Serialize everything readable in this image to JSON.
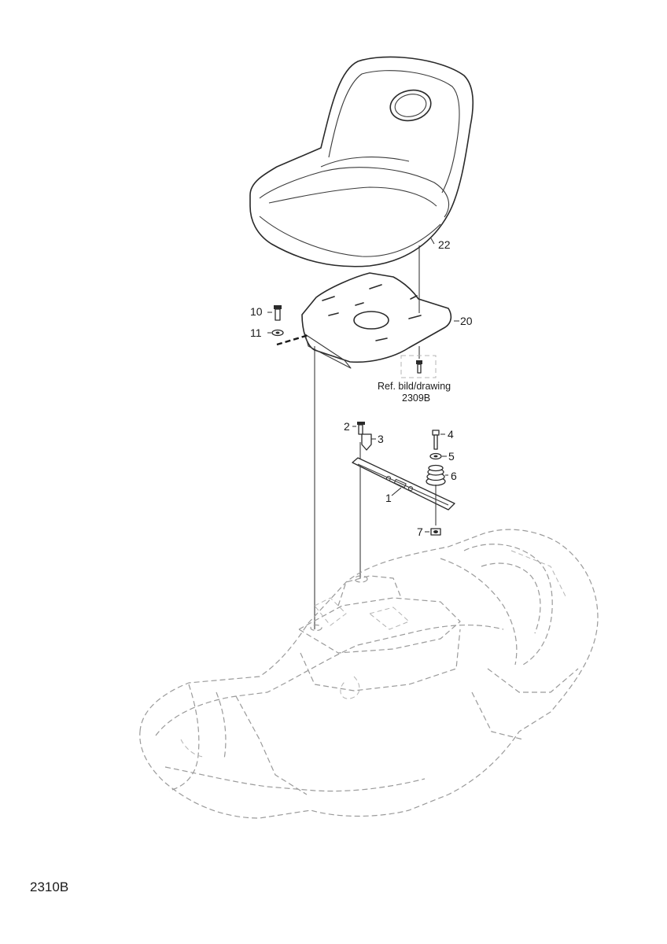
{
  "figure_id": "2310B",
  "reference_note": {
    "line1": "Ref. bild/drawing",
    "line2": "2309B"
  },
  "callouts": {
    "p1": "1",
    "p2": "2",
    "p3": "3",
    "p4": "4",
    "p5": "5",
    "p6": "6",
    "p7": "7",
    "p10": "10",
    "p11": "11",
    "p20": "20",
    "p22": "22"
  }
}
